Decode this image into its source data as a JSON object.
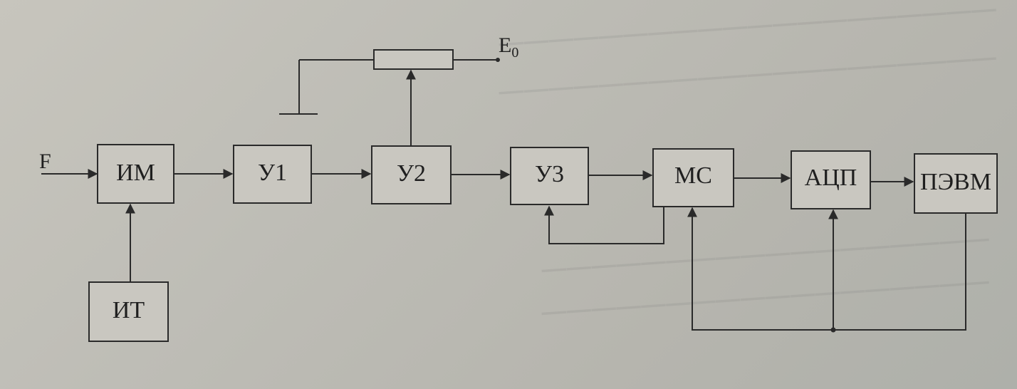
{
  "diagram": {
    "blocks": {
      "im": "ИМ",
      "it": "ИТ",
      "u1": "У1",
      "u2": "У2",
      "u3": "У3",
      "ms": "МС",
      "adc": "АЦП",
      "pc": "ПЭВМ"
    },
    "labels": {
      "input": "F",
      "source_main": "E",
      "source_sub": "0"
    },
    "colors": {
      "paper": "#c9c7c0",
      "ink": "#2a2a2a"
    }
  }
}
